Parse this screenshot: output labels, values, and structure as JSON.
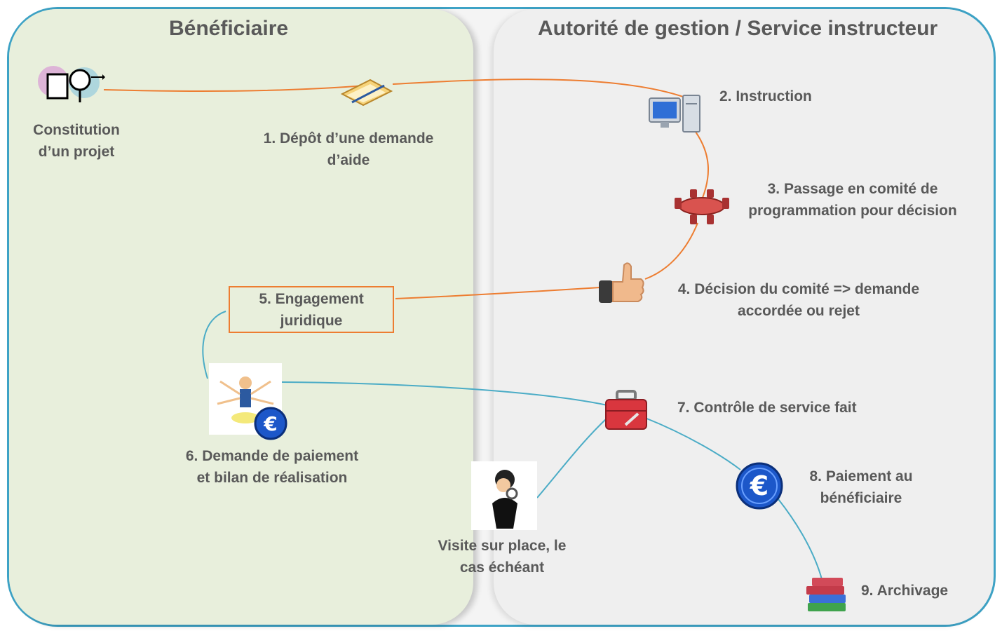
{
  "lanes": {
    "left_title": "Bénéficiaire",
    "right_title": "Autorité de gestion / Service instructeur"
  },
  "steps": {
    "start": [
      "Constitution",
      "d’un projet"
    ],
    "s1": [
      "1. Dépôt d’une demande",
      "d’aide"
    ],
    "s2": [
      "2. Instruction"
    ],
    "s3": [
      "3. Passage en comité de",
      "programmation pour décision"
    ],
    "s4": [
      "4. Décision du comité => demande",
      "accordée ou rejet"
    ],
    "s5": [
      "5. Engagement",
      "juridique"
    ],
    "s6": [
      "6. Demande de paiement",
      "et bilan de réalisation"
    ],
    "s7": [
      "7. Contrôle de service fait"
    ],
    "s8": [
      "8. Paiement au",
      "bénéficiaire"
    ],
    "s9": [
      "9. Archivage"
    ],
    "visit": [
      "Visite sur place, le",
      "cas échéant"
    ]
  },
  "icons": {
    "start": "project-magnifier-icon",
    "s1": "document-pen-icon",
    "s2": "computer-icon",
    "s3": "meeting-table-icon",
    "s4": "thumbs-up-icon",
    "s6": "multitask-person-euro-icon",
    "s7": "toolbox-icon",
    "s8": "euro-coin-icon",
    "s9": "books-icon",
    "visit": "inspector-icon"
  },
  "colors": {
    "frame": "#3ea3c6",
    "left_lane": "#e8efdc",
    "right_lane": "#efefef",
    "orange_flow": "#ed7d31",
    "blue_flow": "#4bacc6",
    "text": "#595959"
  }
}
